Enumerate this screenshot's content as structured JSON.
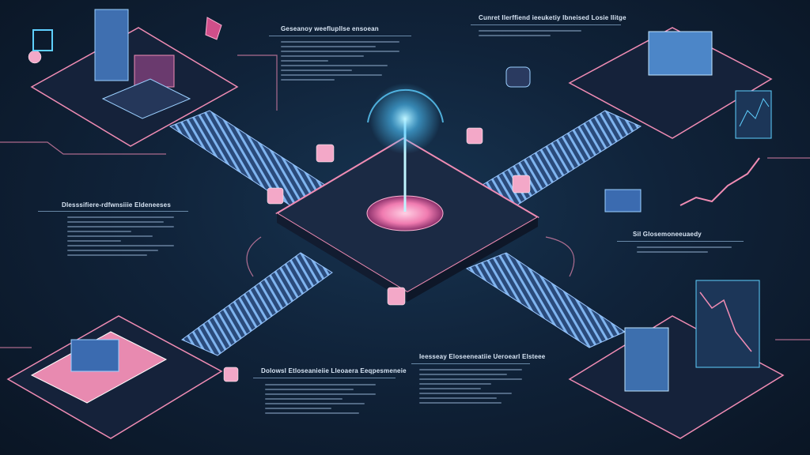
{
  "panels": [
    {
      "id": "top-center",
      "heading": "Geseanoy weeflupllse ensoean"
    },
    {
      "id": "top-right",
      "heading": "Cunret Ilerffiend ieeuketiy Ibneised Losie Ilitge"
    },
    {
      "id": "left",
      "heading": "Dlesssifiere-rdfwnsiiie Eldeneeses"
    },
    {
      "id": "right",
      "heading": "Sil Glosemoneeuaedy"
    },
    {
      "id": "bottom-center",
      "heading": "Dolowsl Etloseanieiie Lleoaera Eeqpesmeneie"
    },
    {
      "id": "bottom-right",
      "heading": "Ieesseay Eloseeneatiie Ueroearl Elsteee"
    }
  ],
  "colors": {
    "background": "#10233a",
    "accent_pink": "#f08cb4",
    "accent_cyan": "#5fd0ff",
    "platform": "#1a2740"
  }
}
